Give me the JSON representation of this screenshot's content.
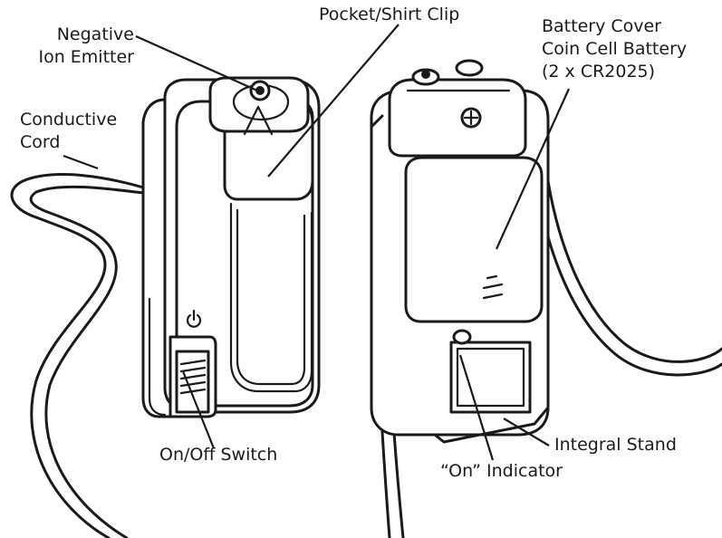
{
  "labels": {
    "negative_ion_emitter": [
      "Negative",
      "Ion Emitter"
    ],
    "pocket_shirt_clip": "Pocket/Shirt Clip",
    "battery": [
      "Battery Cover",
      "Coin Cell Battery",
      "(2 x CR2025)"
    ],
    "conductive_cord": [
      "Conductive",
      "Cord"
    ],
    "on_off_switch": "On/Off Switch",
    "integral_stand": "Integral Stand",
    "on_indicator": "“On” Indicator"
  },
  "icons": {
    "power": "power-icon"
  }
}
